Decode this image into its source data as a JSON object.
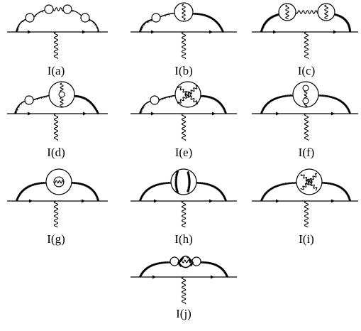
{
  "figure": {
    "diagrams": [
      {
        "label": "I(a)"
      },
      {
        "label": "I(b)"
      },
      {
        "label": "I(c)"
      },
      {
        "label": "I(d)"
      },
      {
        "label": "I(e)"
      },
      {
        "label": "I(f)"
      },
      {
        "label": "I(g)"
      },
      {
        "label": "I(h)"
      },
      {
        "label": "I(i)"
      },
      {
        "label": "I(j)"
      }
    ]
  },
  "colors": {
    "ink": "#000000",
    "background": "#ffffff"
  }
}
